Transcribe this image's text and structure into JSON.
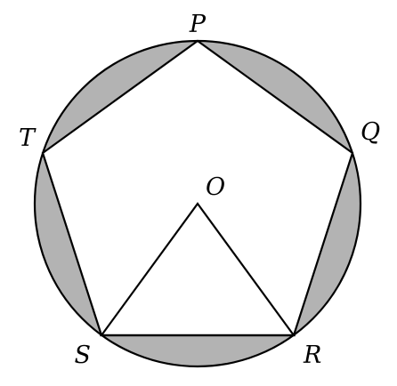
{
  "colors": {
    "segment_fill": "#b3b3b3",
    "stroke": "#000000",
    "background": "#ffffff"
  },
  "labels": {
    "P": "P",
    "Q": "Q",
    "R": "R",
    "S": "S",
    "T": "T",
    "O": "O"
  }
}
